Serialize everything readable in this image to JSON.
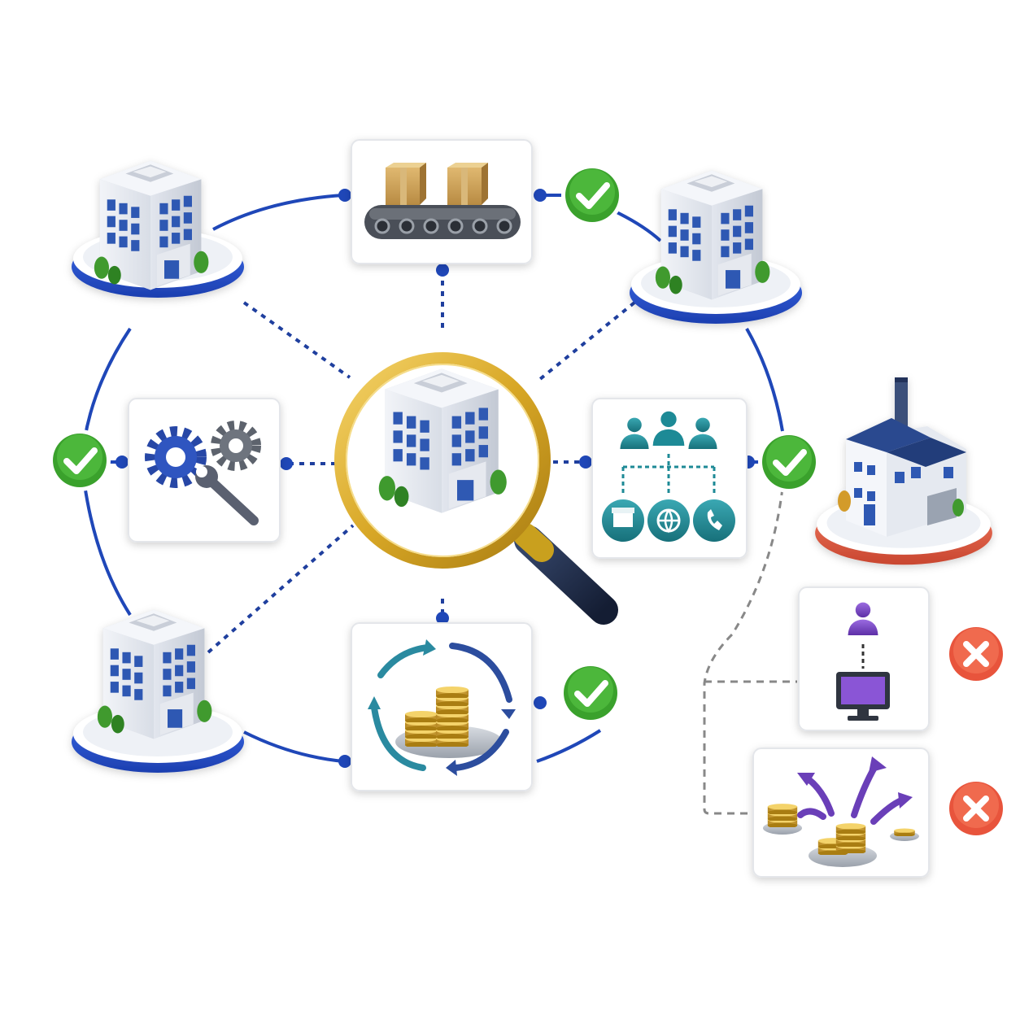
{
  "colors": {
    "link_blue": "#1f47b8",
    "dotted_blue": "#1f3f9e",
    "dashed_gray": "#888888",
    "check_green": "#3aa12c",
    "cross_red": "#e8543c",
    "platform_blue": "#2a56d6",
    "platform_red": "#e2563f",
    "magnifier_gold": "#d8a726",
    "card_bg": "#ffffff",
    "building_window": "#2f59b3",
    "teal": "#1d8a96",
    "purple": "#7442c2",
    "coin_gold": "#d2a53b"
  },
  "nodes": {
    "center": {
      "icon": "magnifier-building-icon"
    },
    "buildings": [
      {
        "icon": "office-building-icon",
        "platform": "blue"
      },
      {
        "icon": "office-building-icon",
        "platform": "blue"
      },
      {
        "icon": "office-building-icon",
        "platform": "blue"
      },
      {
        "icon": "factory-icon",
        "platform": "red"
      }
    ],
    "cards": [
      {
        "icon": "conveyor-boxes-icon",
        "status": "check"
      },
      {
        "icon": "gears-wrench-icon",
        "status": "check"
      },
      {
        "icon": "team-channels-icon",
        "status": "check"
      },
      {
        "icon": "coin-cycle-icon",
        "status": "check"
      },
      {
        "icon": "person-monitor-icon",
        "status": "cross"
      },
      {
        "icon": "coins-scatter-icon",
        "status": "cross"
      }
    ]
  },
  "status_icons": {
    "check": "check-mark-icon",
    "cross": "x-mark-icon"
  }
}
